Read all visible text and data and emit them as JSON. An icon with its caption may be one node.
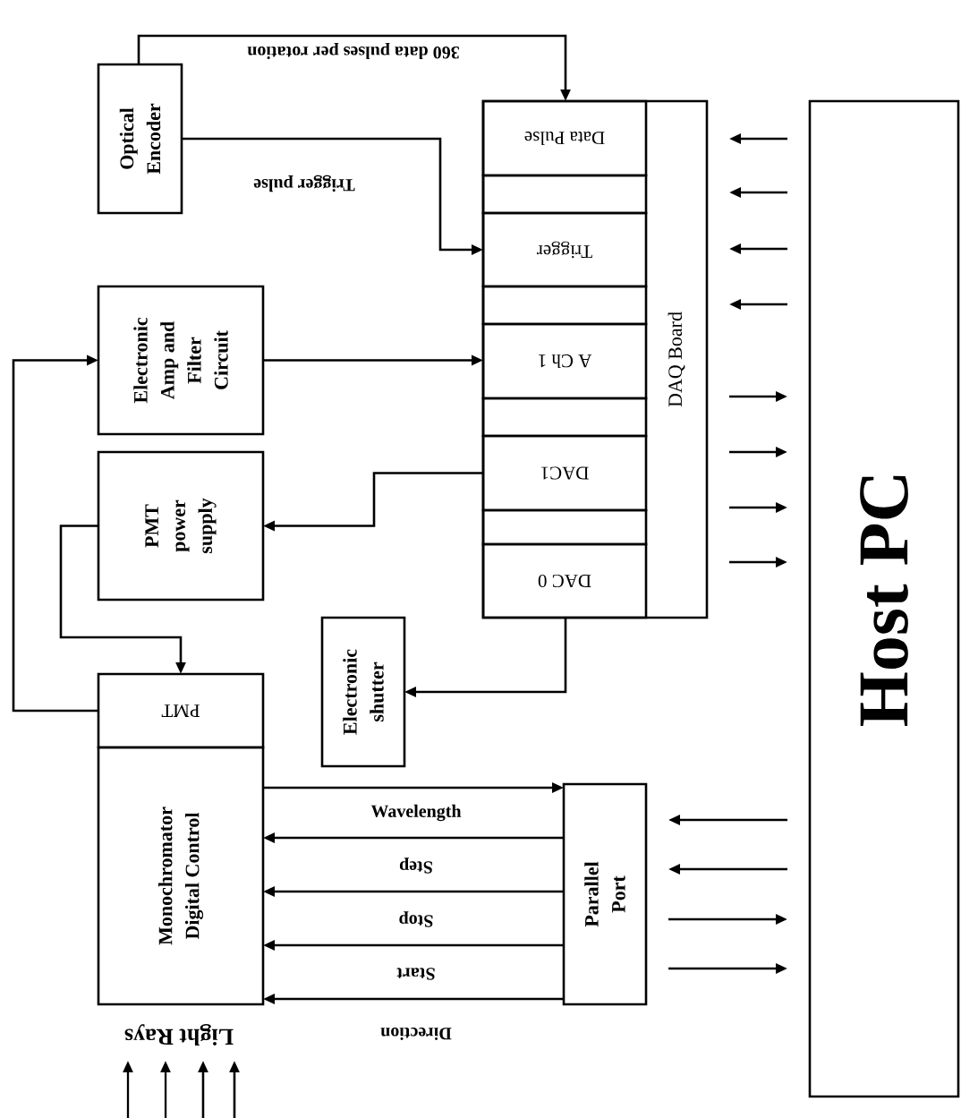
{
  "diagram": {
    "nodes": [
      {
        "text": [
          "Optical Encoder"
        ]
      },
      {
        "text": [
          "Electronic Amp and Filter Circuit"
        ]
      },
      {
        "text": [
          "PMT power supply"
        ]
      },
      {
        "text": [
          "PMT"
        ]
      },
      {
        "text": [
          "Monochromator Digital Control"
        ]
      },
      {
        "text": [
          "Electronic shutter"
        ]
      },
      {
        "text": [
          "DAQ Board"
        ]
      },
      {
        "text": [
          "Data Pulse"
        ],
        "in": 6
      },
      {
        "text": [],
        "shape": "box",
        "in": 6
      },
      {
        "text": [
          "Trigger"
        ],
        "in": 6
      },
      {
        "text": [],
        "shape": "box",
        "in": 6
      },
      {
        "text": [
          "A Ch 1"
        ],
        "in": 6
      },
      {
        "text": [],
        "shape": "box",
        "in": 6
      },
      {
        "text": [
          "DAC1"
        ],
        "in": 6
      },
      {
        "text": [],
        "shape": "box",
        "in": 6
      },
      {
        "text": [
          "DAC 0"
        ],
        "in": 6
      },
      {
        "text": [
          "Parallel Port"
        ]
      },
      {
        "text": [
          "Host PC"
        ]
      },
      {
        "text": [
          "Light Rays"
        ]
      }
    ],
    "edges": [
      {
        "from": 0,
        "to": 7,
        "arrow": "to",
        "label": "360 data pulses per rotation"
      },
      {
        "from": 0,
        "to": 9,
        "arrow": "to",
        "label": "Trigger pulse"
      },
      {
        "from": 1,
        "to": 11,
        "arrow": "to"
      },
      {
        "from": 13,
        "to": 2,
        "arrow": "to"
      },
      {
        "from": 2,
        "to": 3,
        "arrow": "to"
      },
      {
        "from": 3,
        "to": 1,
        "arrow": "to"
      },
      {
        "from": 15,
        "to": 5,
        "arrow": "to"
      },
      {
        "from": 4,
        "to": 16,
        "arrow": "to",
        "label": "Wavelength"
      },
      {
        "from": 16,
        "to": 4,
        "arrow": "to",
        "label": "Step"
      },
      {
        "from": 16,
        "to": 4,
        "arrow": "to",
        "label": "Stop"
      },
      {
        "from": 16,
        "to": 4,
        "arrow": "to",
        "label": "Start"
      },
      {
        "from": 16,
        "to": 4,
        "arrow": "to",
        "label": "Direction"
      },
      {
        "from": 17,
        "to": 6,
        "arrow": "to"
      },
      {
        "from": 17,
        "to": 6,
        "arrow": "to"
      },
      {
        "from": 17,
        "to": 6,
        "arrow": "to"
      },
      {
        "from": 17,
        "to": 6,
        "arrow": "to"
      },
      {
        "from": 6,
        "to": 17,
        "arrow": "to"
      },
      {
        "from": 6,
        "to": 17,
        "arrow": "to"
      },
      {
        "from": 6,
        "to": 17,
        "arrow": "to"
      },
      {
        "from": 6,
        "to": 17,
        "arrow": "to"
      },
      {
        "from": 17,
        "to": 16,
        "arrow": "to"
      },
      {
        "from": 17,
        "to": 16,
        "arrow": "to"
      },
      {
        "from": 16,
        "to": 17,
        "arrow": "to"
      },
      {
        "from": 16,
        "to": 17,
        "arrow": "to"
      },
      {
        "from": null,
        "to": 18,
        "arrow": "to"
      },
      {
        "from": null,
        "to": 18,
        "arrow": "to"
      },
      {
        "from": null,
        "to": 18,
        "arrow": "to"
      },
      {
        "from": null,
        "to": 18,
        "arrow": "to"
      }
    ]
  }
}
